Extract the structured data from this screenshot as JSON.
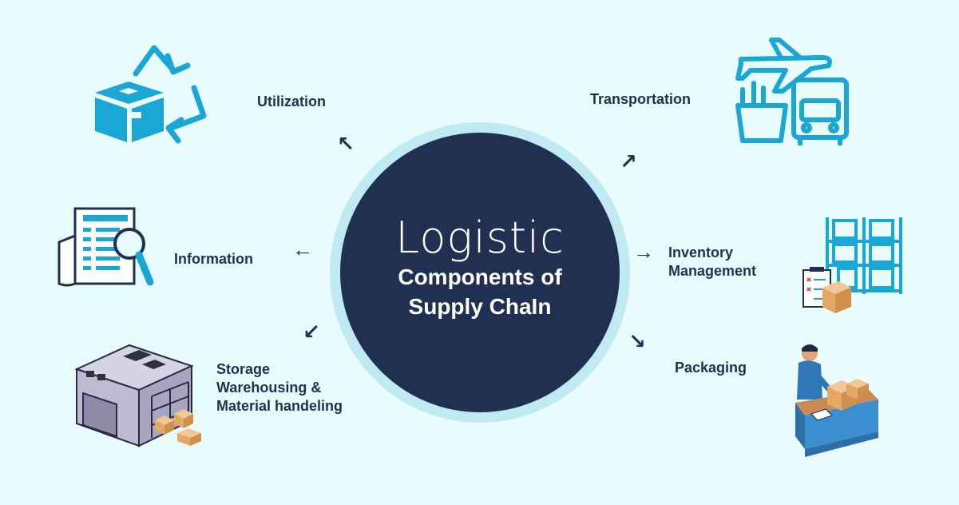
{
  "center": {
    "title": "Logistic",
    "subtitle_line1": "Components of",
    "subtitle_line2": "Supply ChaIn"
  },
  "components": {
    "utilization": "Utilization",
    "transportation": "Transportation",
    "information": "Information",
    "inventory_line1": "Inventory",
    "inventory_line2": "Management",
    "storage_line1": "Storage",
    "storage_line2": "Warehousing &",
    "storage_line3": "Material handeling",
    "packaging": "Packaging"
  },
  "arrows": {
    "utilization": "↖",
    "transportation": "↗",
    "information": "←",
    "inventory": "→",
    "storage": "↙",
    "packaging": "↘"
  },
  "colors": {
    "background": "#e8fbfd",
    "center_disc": "#1f3050",
    "center_ring": "#bfeaf1",
    "icon_blue": "#1aa7d6",
    "text_dark": "#1f3050"
  },
  "icons": {
    "utilization": "recycle-box-icon",
    "transportation": "plane-ship-truck-icon",
    "information": "document-magnifier-icon",
    "inventory": "shelves-clipboard-icon",
    "storage": "warehouse-icon",
    "packaging": "worker-packing-icon"
  }
}
